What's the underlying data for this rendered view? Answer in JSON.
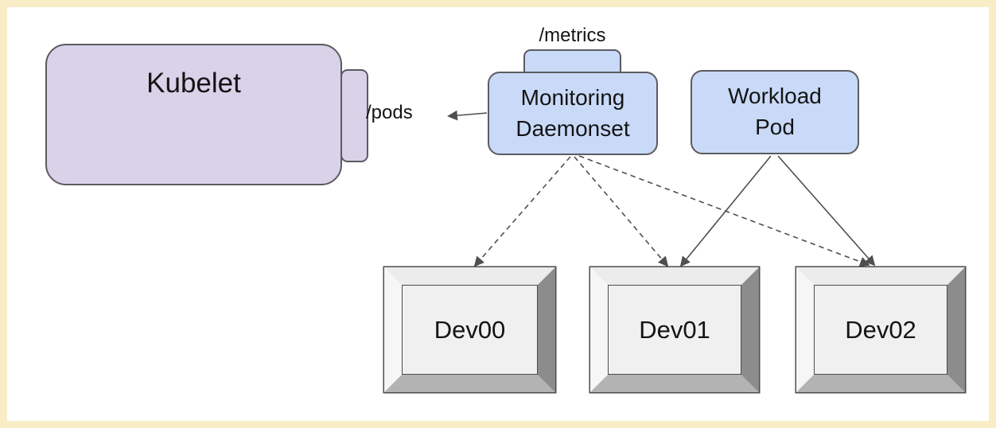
{
  "nodes": {
    "kubelet": {
      "label": "Kubelet",
      "endpoint": "/pods"
    },
    "monitoring": {
      "label": "Monitoring\nDaemonset",
      "endpoint": "/metrics"
    },
    "workload": {
      "label": "Workload\nPod"
    }
  },
  "devices": [
    {
      "label": "Dev00"
    },
    {
      "label": "Dev01"
    },
    {
      "label": "Dev02"
    }
  ],
  "edges": [
    {
      "from": "monitoring-daemonset",
      "to": "kubelet",
      "label": "/pods",
      "style": "solid-arrow"
    },
    {
      "from": "monitoring-daemonset",
      "to": "dev00",
      "style": "dashed-arrow"
    },
    {
      "from": "monitoring-daemonset",
      "to": "dev01",
      "style": "dashed-arrow"
    },
    {
      "from": "monitoring-daemonset",
      "to": "dev02",
      "style": "dashed-arrow"
    },
    {
      "from": "workload-pod",
      "to": "dev01",
      "style": "solid-arrow"
    },
    {
      "from": "workload-pod",
      "to": "dev02",
      "style": "solid-arrow"
    }
  ],
  "colors": {
    "canvas": "#ffffff",
    "frame_border": "#f9edc8",
    "purple_fill": "#d9d2e9",
    "blue_fill": "#c9daf8",
    "box_stroke": "#5b5b60",
    "arrow": "#4f4f4f",
    "text": "#141414",
    "device_face": "#f1f0f1",
    "device_bevel_top": "#ececec",
    "device_bevel_left": "#f6f6f6",
    "device_bevel_right": "#8c8c8c",
    "device_bevel_bottom": "#b3b3b3",
    "device_outline": "#4c4c4c"
  }
}
